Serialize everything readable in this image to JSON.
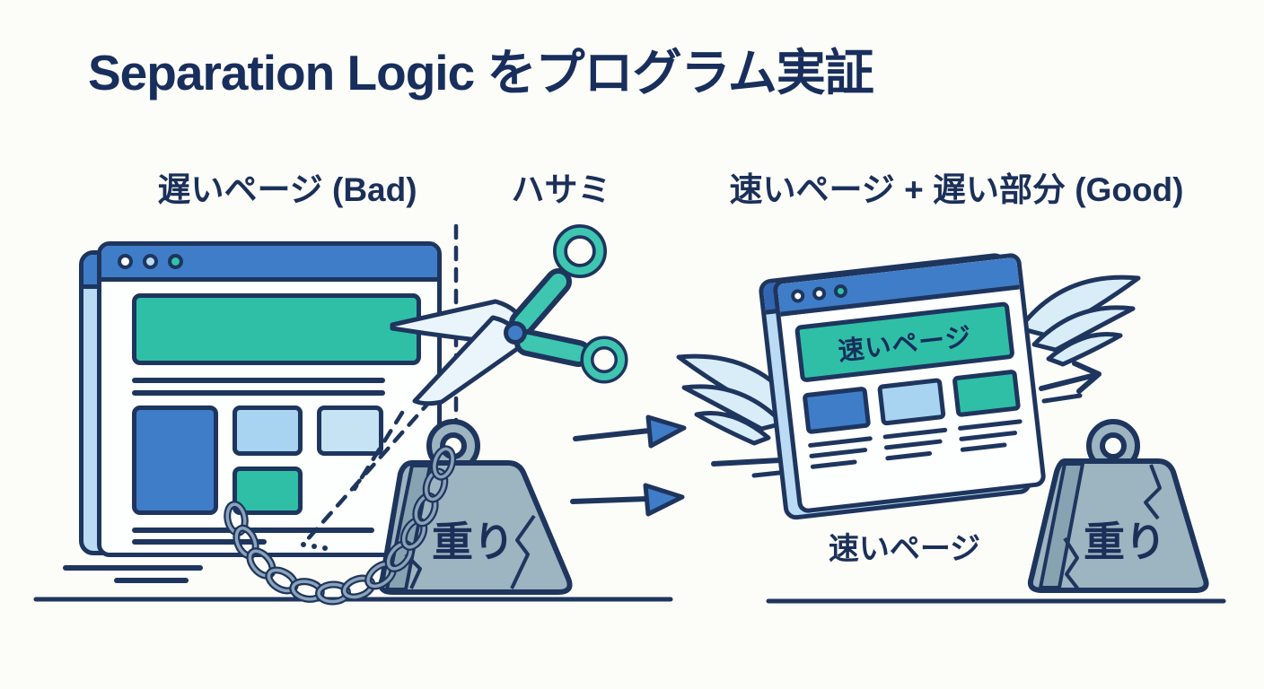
{
  "title": "Separation Logic をプログラム実証",
  "section_labels": {
    "left": "遅いページ (Bad)",
    "middle": "ハサミ",
    "right": "速いページ + 遅い部分 (Good)"
  },
  "fast_window": {
    "banner": "速いページ"
  },
  "captions": {
    "fast_page": "速いページ"
  },
  "weights": {
    "left_label": "重り",
    "right_label": "重り"
  },
  "icons": [
    "window-control-dot-white",
    "window-control-dot-lightblue",
    "window-control-dot-teal",
    "scissors-icon",
    "cut-dashed-line",
    "chain-icon",
    "weight-icon",
    "wing-icon",
    "arrow-right-icon",
    "speed-lines",
    "ground-line"
  ],
  "colors": {
    "background": "#fcfcf9",
    "outline_navy": "#1e355e",
    "text_navy": "#182e5c",
    "blue": "#3f7dc8",
    "teal": "#2fbfa6",
    "light_blue": "#a9d4f1",
    "pale_blue": "#c6e3f4",
    "side_face_blue": "#badbf3",
    "wing_blue": "#d8edf8",
    "chain_slate": "#8ba3b8",
    "weight_body": "#9db4c1",
    "weight_shadow": "#87a2b1",
    "scissor_handle": "#3ec6b0",
    "scissor_blade": "#eaf4fb"
  }
}
